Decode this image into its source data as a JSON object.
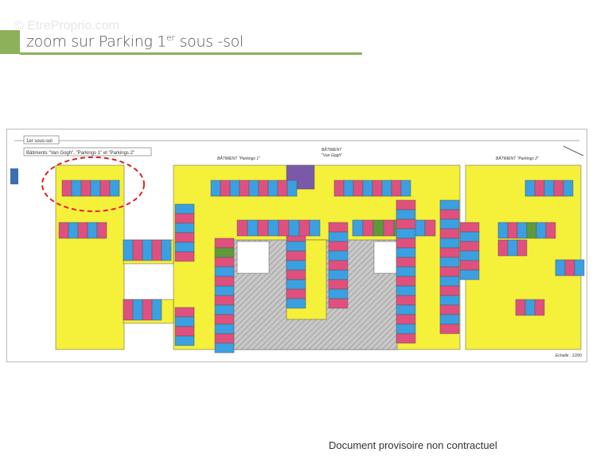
{
  "watermark": "© EtreProprio.com",
  "slide": {
    "title_main": "zoom sur Parking 1",
    "title_sup": "er",
    "title_rest": " sous -sol",
    "accent_color": "#8db05a"
  },
  "plan": {
    "level_label": "1er sous-sol",
    "buildings_label": "Bâtiments \"Van Gogh\", \"Parkings 1\" et \"Parkings 2\"",
    "building_parkings1": "BÂTIMENT \"Parkings 1\"",
    "building_vangogh_1": "BÂTIMENT",
    "building_vangogh_2": "\"Van Gogh\"",
    "building_parkings2": "BÂTIMENT \"Parkings 2\"",
    "scale": "Echelle : 1/200",
    "highlight_color": "#e0201c",
    "colors": {
      "common": "#f5f03a",
      "stall_a": "#e0507e",
      "stall_b": "#3aa0e2",
      "stall_c": "#5f9a3a",
      "stall_d": "#7a5aa8",
      "ramp": "#bdbdbd"
    }
  },
  "footer": {
    "caption": "Document provisoire non contractuel"
  }
}
